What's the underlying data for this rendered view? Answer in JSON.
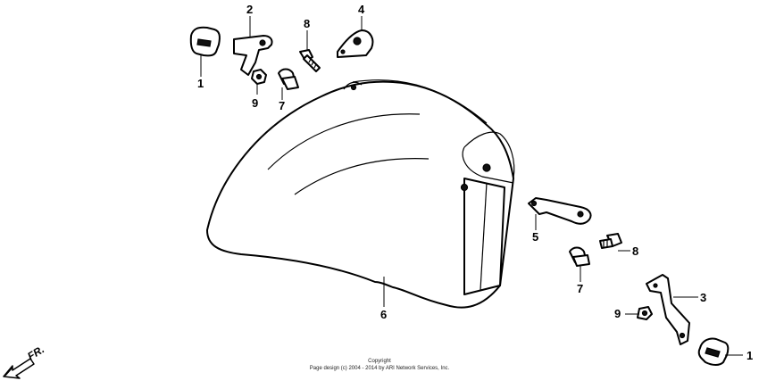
{
  "callouts": {
    "c1a": "1",
    "c2": "2",
    "c8a": "8",
    "c4": "4",
    "c9a": "9",
    "c7a": "7",
    "c5": "5",
    "c8b": "8",
    "c7b": "7",
    "c6": "6",
    "c3": "3",
    "c9b": "9",
    "c1b": "1"
  },
  "direction": {
    "label": "FR."
  },
  "copyright": {
    "line1": "Copyright",
    "line2": "Page design (c) 2004 - 2014 by ARI Network Services, Inc."
  }
}
